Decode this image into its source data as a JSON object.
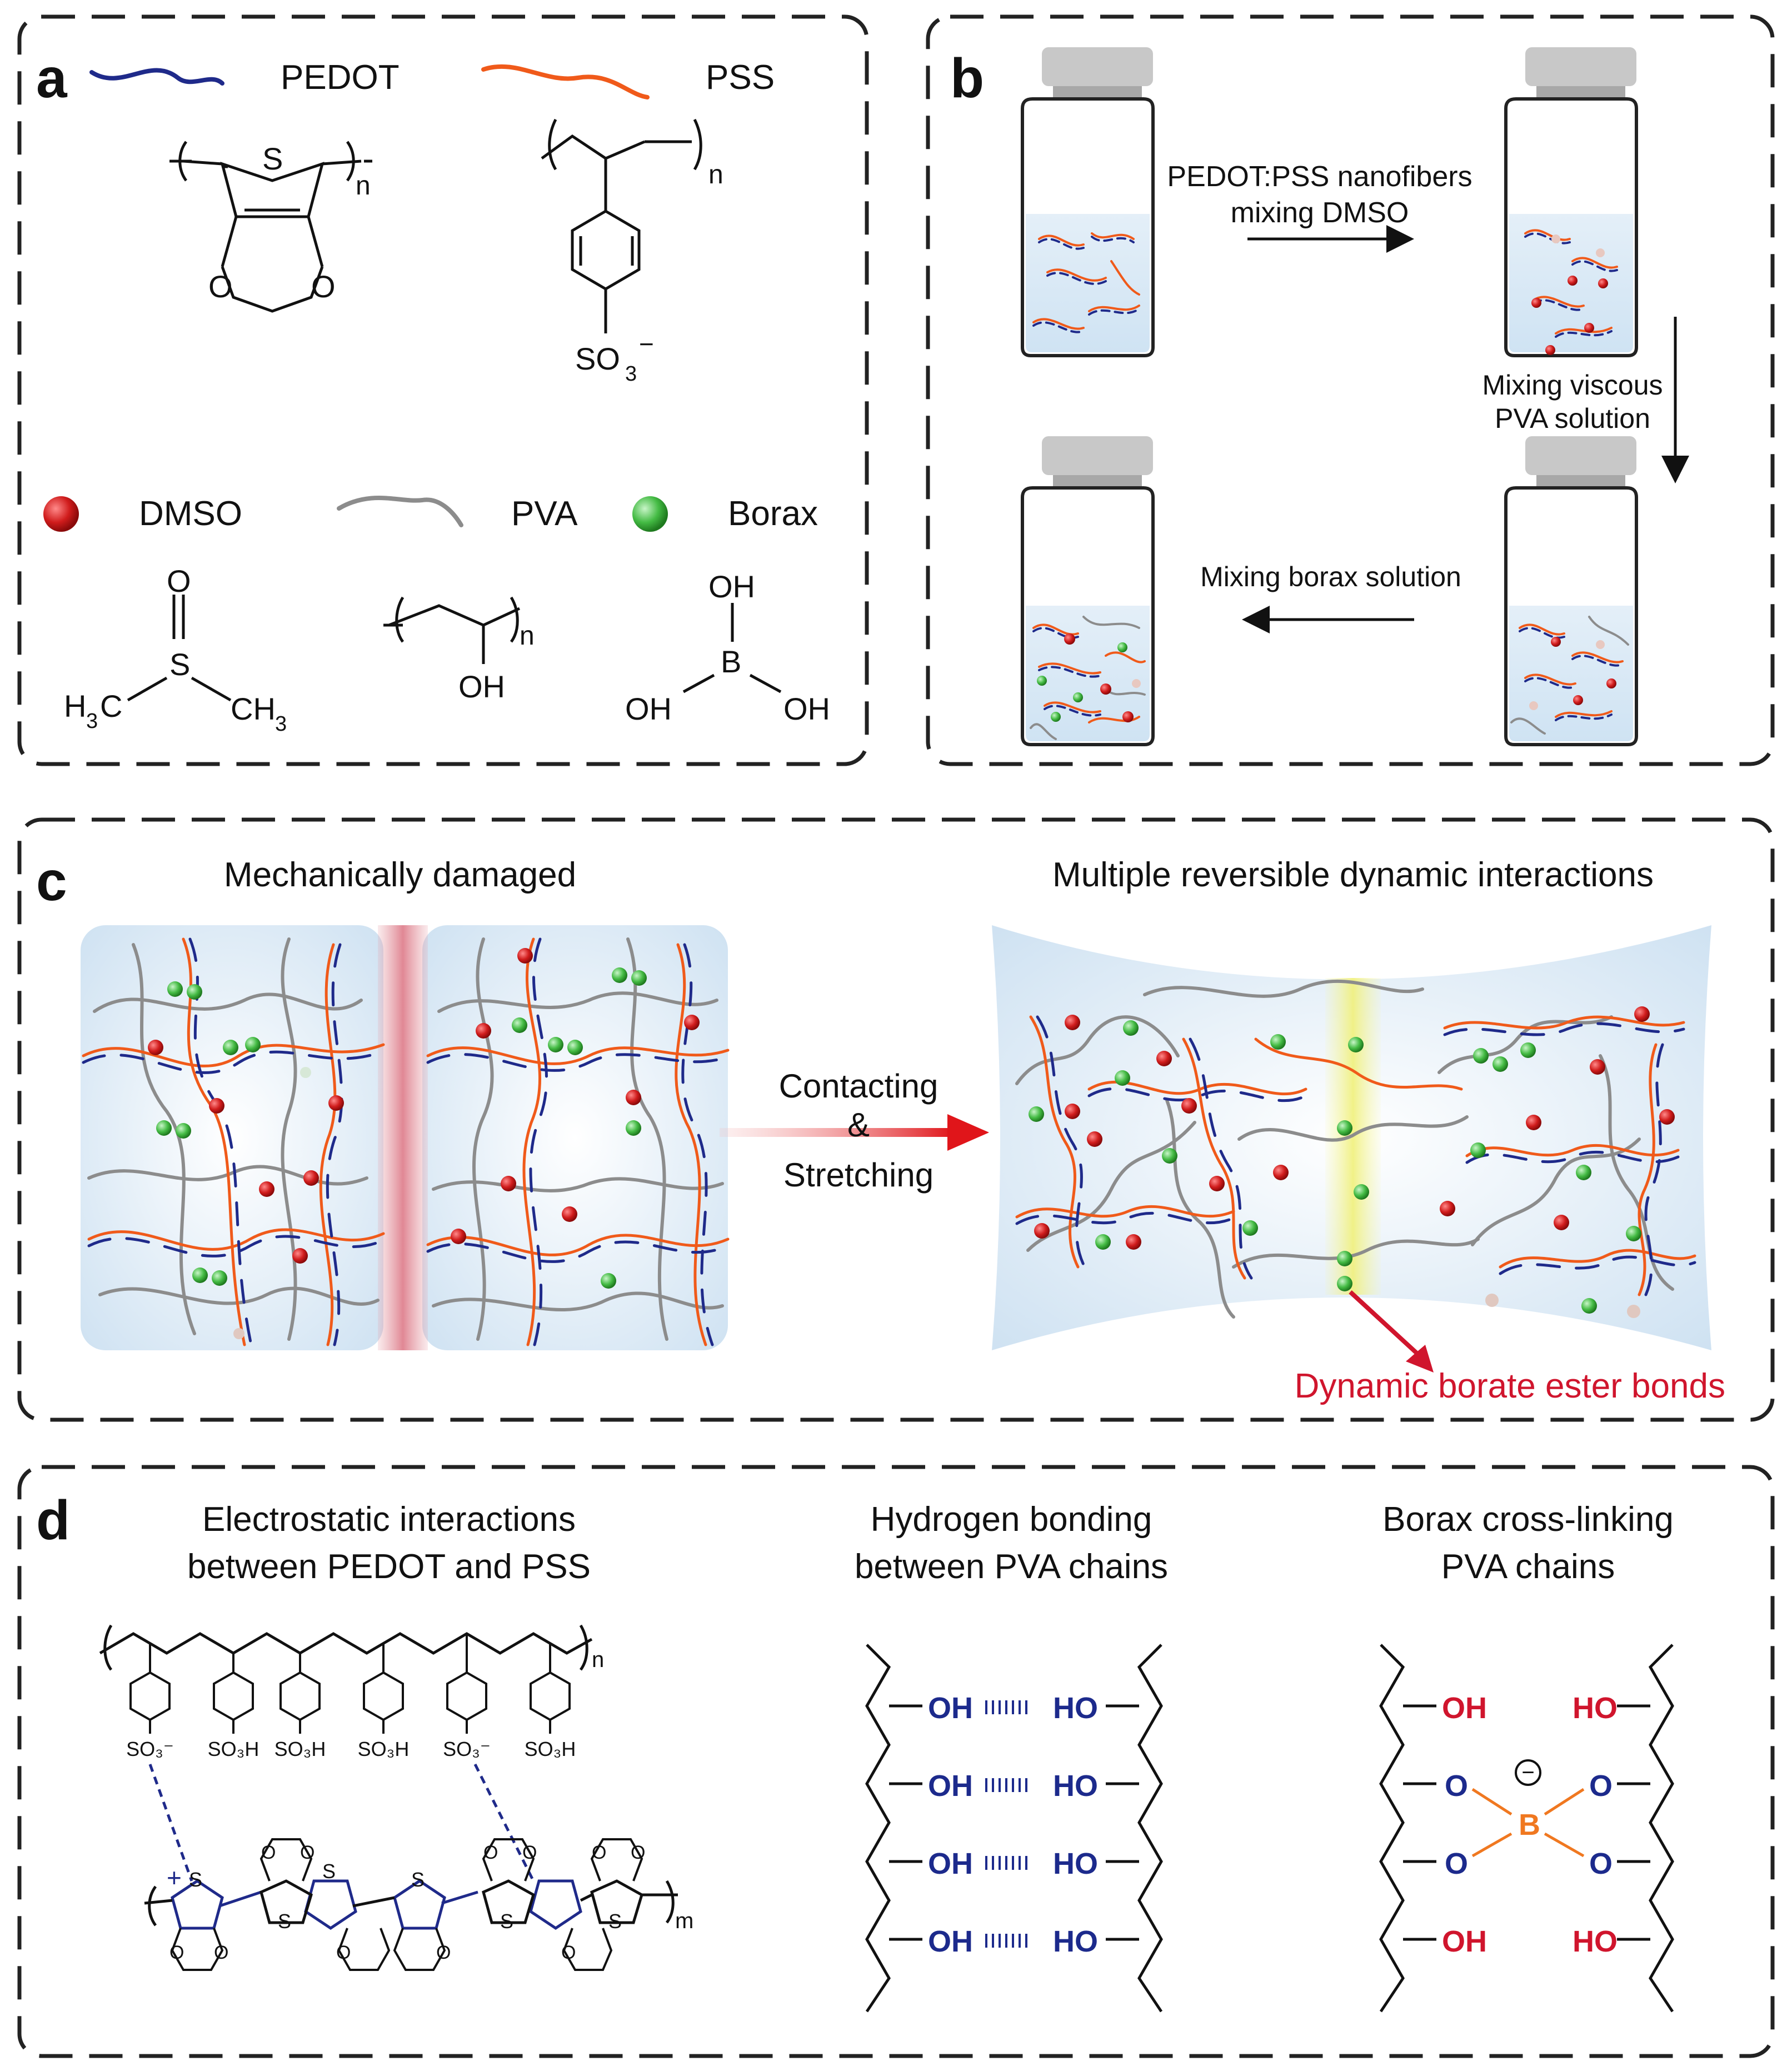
{
  "panels": {
    "a": {
      "letter": "a",
      "legend_pedot": "PEDOT",
      "legend_pss": "PSS",
      "legend_dmso": "DMSO",
      "legend_pva": "PVA",
      "legend_borax": "Borax",
      "struct_pedot": {
        "s": "S",
        "o1": "O",
        "o2": "O",
        "n": "n"
      },
      "struct_pss": {
        "n": "n",
        "so3": "SO",
        "sub3": "3",
        "minus": "−"
      },
      "struct_dmso": {
        "o": "O",
        "s": "S",
        "h3c": "H",
        "sub3a": "3",
        "c1": "C",
        "ch": "CH",
        "sub3b": "3"
      },
      "struct_pva": {
        "oh": "OH",
        "n": "n"
      },
      "struct_borax": {
        "oh_top": "OH",
        "b": "B",
        "oh_left": "OH",
        "oh_right": "OH"
      }
    },
    "b": {
      "letter": "b",
      "step1_line1": "PEDOT:PSS nanofibers",
      "step1_line2": "mixing DMSO",
      "step2_line1": "Mixing viscous",
      "step2_line2": "PVA solution",
      "step3": "Mixing borax solution"
    },
    "c": {
      "letter": "c",
      "left_title": "Mechanically damaged",
      "right_title": "Multiple reversible dynamic interactions",
      "arrow_line1": "Contacting",
      "arrow_line2": "&",
      "arrow_line3": "Stretching",
      "borate_label": "Dynamic borate ester bonds"
    },
    "d": {
      "letter": "d",
      "elec_line1": "Electrostatic interactions",
      "elec_line2": "between PEDOT and PSS",
      "hb_line1": "Hydrogen bonding",
      "hb_line2": "between PVA chains",
      "bx_line1": "Borax cross-linking",
      "bx_line2": "PVA chains",
      "pss_sub_n": "n",
      "pedot_sub_m": "m",
      "so3_minus": "SO₃⁻",
      "so3h": "SO₃H",
      "s": "S",
      "o": "O",
      "plus": "+",
      "oh": "OH",
      "ho": "HO",
      "b": "B",
      "minus_circle": "−"
    }
  },
  "colors": {
    "pedot": "#1f2a8a",
    "pss": "#f05a1a",
    "dmso": "#d01c1c",
    "pva": "#8c8c8c",
    "borax": "#44bb44",
    "hb_blue": "#1c2a8c",
    "bx_red": "#d0152d",
    "boron_orange": "#f07820",
    "borate_red": "#d0152d",
    "frame": "#222222",
    "hydrogel_bg": "#d7e8f5"
  }
}
